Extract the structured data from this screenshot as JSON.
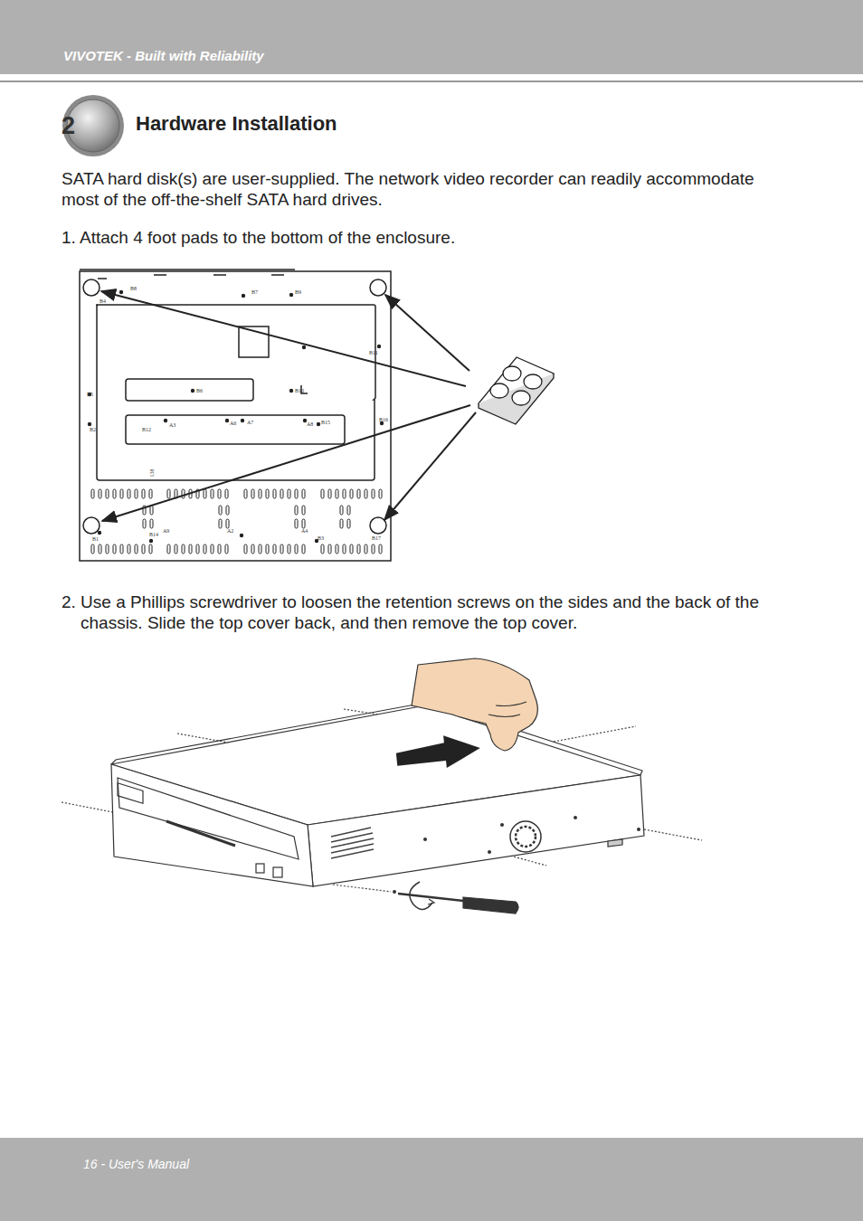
{
  "diagram": {
    "title": "Hardware Installation",
    "nodes": [
      {
        "text": [
          "VIVOTEK - Built with Reliability"
        ]
      },
      {
        "text": [
          "2"
        ]
      },
      {
        "text": [
          "16 - User's Manual"
        ]
      }
    ],
    "labels": [
      "SATA hard disk(s) are user-supplied. The network video recorder can readily accommodate most of the off-the-shelf SATA hard drives.",
      "1. Attach 4 foot pads to the bottom of the enclosure.",
      "B8",
      "B4",
      "B7",
      "B9",
      "B11",
      "B5",
      "B6",
      "B10",
      "B2",
      "B12",
      "A3",
      "A6",
      "A7",
      "A8",
      "B15",
      "B16",
      "138",
      "B1",
      "B14",
      "A9",
      "A2",
      "A4",
      "B3",
      "B17",
      "2. Use a Phillips screwdriver to loosen the retention screws on the sides and the back of the chassis. Slide the top cover back, and then remove the top cover."
    ]
  }
}
